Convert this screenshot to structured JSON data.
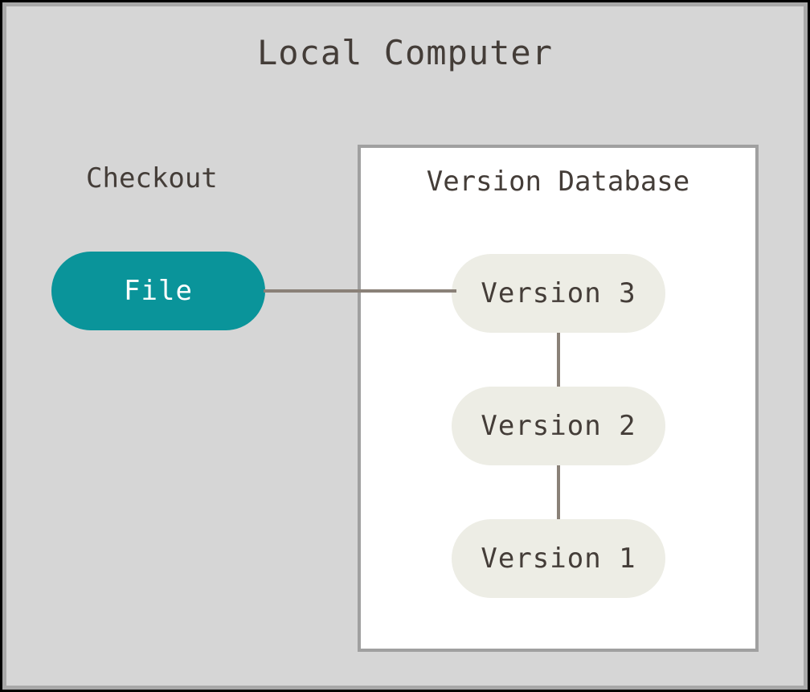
{
  "diagram": {
    "title": "Local Computer",
    "background_color": "#d6d6d6",
    "outer_border_color": "#000000",
    "frame_border_color": "#a8a8a8",
    "text_color": "#443d38"
  },
  "checkout": {
    "label": "Checkout",
    "node": {
      "label": "File",
      "fill_color": "#0a949a",
      "text_color": "#ffffff"
    }
  },
  "version_database": {
    "label": "Version Database",
    "box_fill": "#ffffff",
    "box_border": "#a0a0a0",
    "node_fill": "#edede5",
    "nodes": [
      {
        "label": "Version 3"
      },
      {
        "label": "Version 2"
      },
      {
        "label": "Version 1"
      }
    ]
  },
  "connectors": {
    "color": "#8a8178",
    "edges": [
      {
        "from": "File",
        "to": "Version 3",
        "orientation": "horizontal"
      },
      {
        "from": "Version 3",
        "to": "Version 2",
        "orientation": "vertical"
      },
      {
        "from": "Version 2",
        "to": "Version 1",
        "orientation": "vertical"
      }
    ]
  }
}
